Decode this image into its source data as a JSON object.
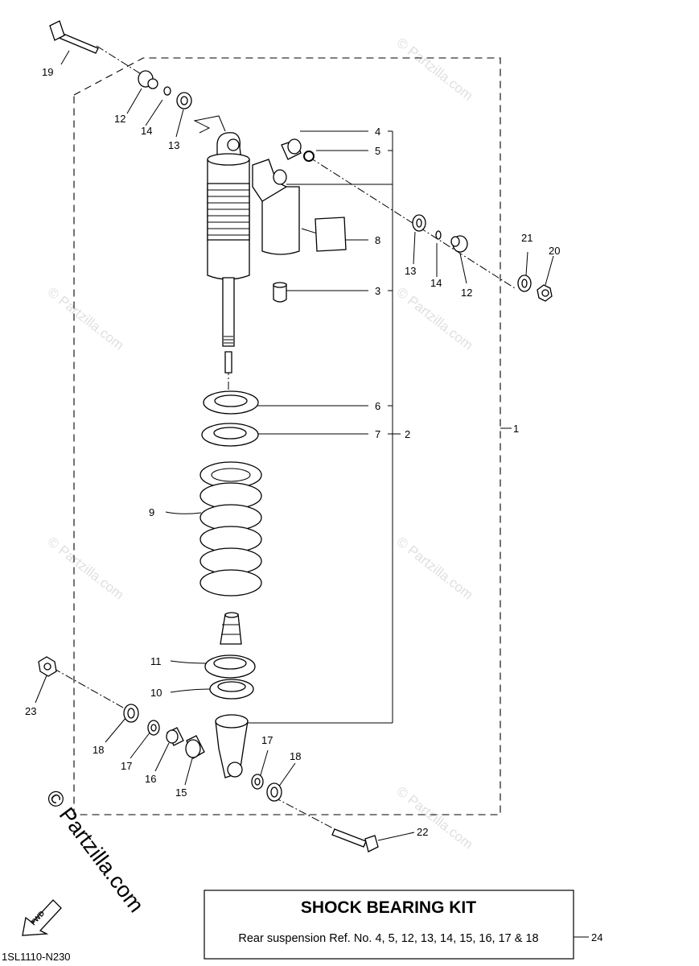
{
  "callouts": [
    "1",
    "2",
    "3",
    "4",
    "5",
    "6",
    "7",
    "8",
    "9",
    "10",
    "11",
    "12",
    "12",
    "13",
    "13",
    "14",
    "14",
    "15",
    "16",
    "17",
    "17",
    "18",
    "18",
    "19",
    "20",
    "21",
    "22",
    "23",
    "24"
  ],
  "kit": {
    "title": "SHOCK BEARING KIT",
    "subtitle": "Rear suspension Ref. No. 4, 5, 12, 13, 14, 15, 16, 17 & 18"
  },
  "diagram_code": "1SL1110-N230",
  "fwd_label": "FWD",
  "watermark": {
    "small": "© Partzilla.com",
    "large": "© Partzilla.com"
  }
}
